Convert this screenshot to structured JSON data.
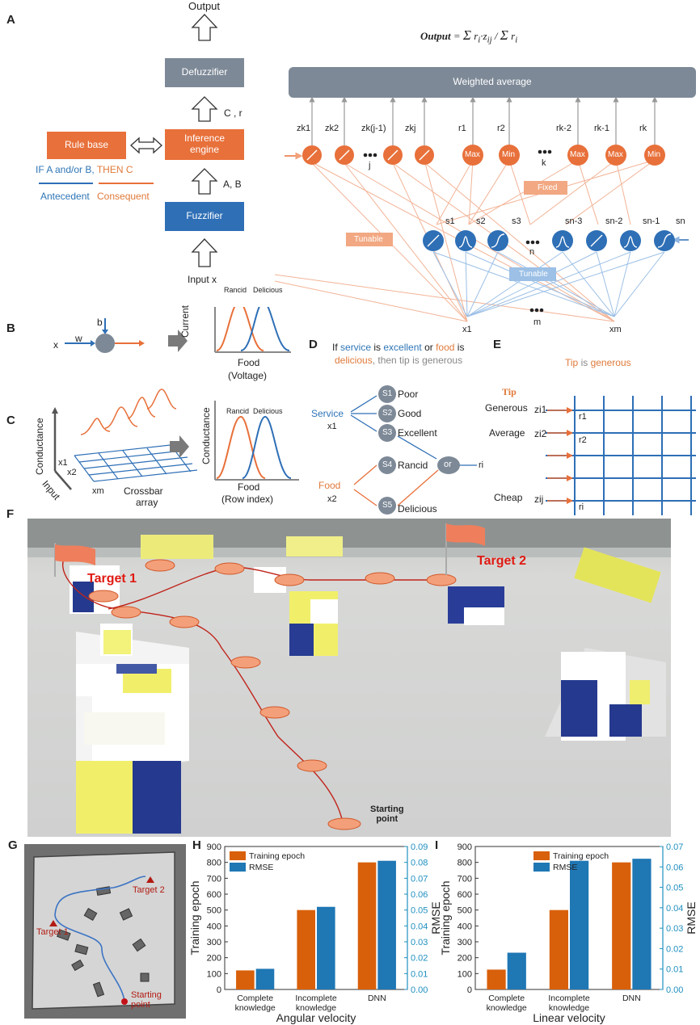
{
  "panels": {
    "A": {
      "letter": "A",
      "output": "Output",
      "defuzzifier": "Defuzzifier",
      "inference_engine": "Inference\nengine",
      "fuzzifier": "Fuzzifier",
      "input_x": "Input x",
      "rule_base": "Rule base",
      "c_r": "C , r",
      "a_b": "A, B",
      "rule_text_prefix": "IF A and/or B, ",
      "rule_text_suffix": "THEN C",
      "antecedent": "Antecedent",
      "consequent": "Consequent",
      "formula": "Output = Σ r_i · z_ij / Σ r_i",
      "weighted_average": "Weighted average",
      "z_labels": [
        "zₖ₁",
        "zₖ₂",
        "zₖ₍ⱼ₋₁₎",
        "zₖⱼ"
      ],
      "z_display": [
        "zk1",
        "zk2",
        "zk(j-1)",
        "zkj"
      ],
      "r_display": [
        "r1",
        "r2",
        "rk-2",
        "rk-1",
        "rk"
      ],
      "node_ops": [
        "Max",
        "Min",
        "Max",
        "Max",
        "Min"
      ],
      "dots_j": "j",
      "dots_k": "k",
      "dots_n": "n",
      "dots_m": "m",
      "fixed": "Fixed",
      "tunable_left": "Tunable",
      "tunable_right": "Tunable",
      "s_display": [
        "s1",
        "s2",
        "s3",
        "sn-3",
        "sn-2",
        "sn-1",
        "sn"
      ],
      "x1": "x1",
      "xm": "xm"
    },
    "B": {
      "letter": "B",
      "x": "x",
      "w": "w",
      "b": "b",
      "rancid": "Rancid",
      "delicious": "Delicious",
      "ylabel": "Current",
      "xlabel": "Food",
      "xlabel2": "(Voltage)"
    },
    "C": {
      "letter": "C",
      "conductance": "Conductance",
      "input": "Input",
      "x1": "x1",
      "x2": "x2",
      "xm": "xm",
      "crossbar": "Crossbar",
      "array": "array",
      "rancid": "Rancid",
      "delicious": "Delicious",
      "ylabel": "Conductance",
      "xlabel": "Food",
      "xlabel2": "(Row index)"
    },
    "D": {
      "letter": "D",
      "sentence": [
        "If ",
        "service",
        " is ",
        "excellent",
        " or ",
        "food",
        " is"
      ],
      "sentence2": [
        "delicious",
        ", then tip is generous"
      ],
      "service": "Service",
      "x1": "x1",
      "food": "Food",
      "x2": "x2",
      "s_nodes": [
        "S1",
        "S2",
        "S3",
        "S4",
        "S5"
      ],
      "s_labels": [
        "Poor",
        "Good",
        "Excellent",
        "Rancid",
        "Delicious"
      ],
      "or": "or",
      "ri": "ri"
    },
    "E": {
      "letter": "E",
      "sentence": [
        "Tip",
        " is ",
        "generous"
      ],
      "tip": "Tip",
      "rows": [
        "Generous",
        "Average",
        "Cheap"
      ],
      "z": [
        "zi1",
        "zi2",
        "zij"
      ],
      "r": [
        "r1",
        "r2",
        "ri"
      ]
    },
    "F": {
      "letter": "F",
      "target1": "Target 1",
      "target2": "Target 2",
      "start": "Starting\npoint"
    },
    "G": {
      "letter": "G",
      "target1": "Target 1",
      "target2": "Target 2",
      "start": "Starting\npoint"
    }
  },
  "colors": {
    "orange": "#e8703a",
    "blue": "#2e6fb6",
    "gray_box": "#7d8997",
    "bar_orange": "#d8600a",
    "bar_blue": "#1f77b4",
    "rmse_axis": "#1f8fc0"
  },
  "chart_data": [
    {
      "panel": "H",
      "type": "bar",
      "categories": [
        "Complete\nknowledge",
        "Incomplete\nknowledge",
        "DNN"
      ],
      "series": [
        {
          "name": "Training epoch",
          "axis": "left",
          "values": [
            120,
            500,
            800
          ]
        },
        {
          "name": "RMSE",
          "axis": "right",
          "values": [
            0.013,
            0.052,
            0.081
          ]
        }
      ],
      "ylabel": "Training epoch",
      "y2label": "RMSE",
      "xlabel": "Angular velocity",
      "ylim": [
        0,
        900
      ],
      "y2lim": [
        0,
        0.09
      ],
      "yticks": [
        0,
        100,
        200,
        300,
        400,
        500,
        600,
        700,
        800,
        900
      ],
      "y2ticks": [
        "0.00",
        "0.01",
        "0.02",
        "0.03",
        "0.04",
        "0.05",
        "0.06",
        "0.07",
        "0.08",
        "0.09"
      ],
      "legend": "top-left"
    },
    {
      "panel": "I",
      "type": "bar",
      "categories": [
        "Complete\nknowledge",
        "Incomplete\nknowledge",
        "DNN"
      ],
      "series": [
        {
          "name": "Training epoch",
          "axis": "left",
          "values": [
            125,
            500,
            800
          ]
        },
        {
          "name": "RMSE",
          "axis": "right",
          "values": [
            0.018,
            0.063,
            0.064
          ]
        }
      ],
      "ylabel": "Training epoch",
      "y2label": "RMSE",
      "xlabel": "Linear velocity",
      "ylim": [
        0,
        900
      ],
      "y2lim": [
        0,
        0.07
      ],
      "yticks": [
        0,
        100,
        200,
        300,
        400,
        500,
        600,
        700,
        800,
        900
      ],
      "y2ticks": [
        "0.00",
        "0.01",
        "0.02",
        "0.03",
        "0.04",
        "0.05",
        "0.06",
        "0.07"
      ],
      "legend": "top-center"
    }
  ]
}
